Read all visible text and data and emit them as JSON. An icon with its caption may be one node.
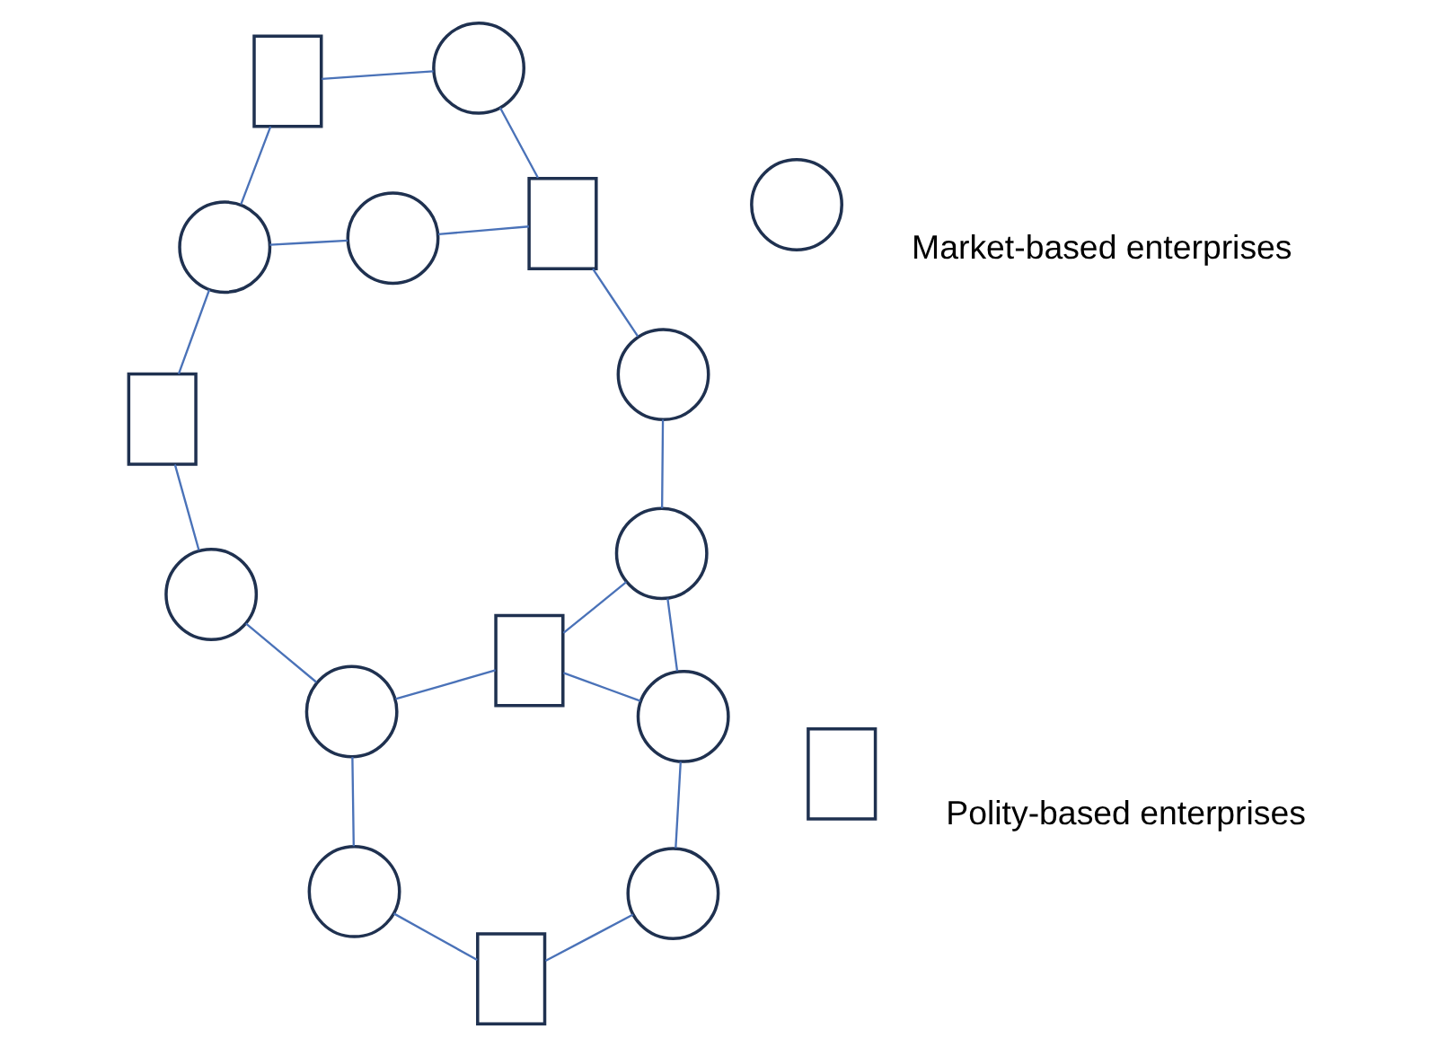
{
  "diagram": {
    "nodes": [
      {
        "text": [],
        "shape": "circle"
      },
      {
        "text": [],
        "shape": "box"
      },
      {
        "text": [],
        "shape": "box"
      },
      {
        "text": [],
        "shape": "circle"
      },
      {
        "text": [],
        "shape": "circle"
      },
      {
        "text": [],
        "shape": "circle"
      },
      {
        "text": [],
        "shape": "circle"
      },
      {
        "text": [],
        "shape": "circle"
      },
      {
        "text": [],
        "shape": "circle"
      },
      {
        "text": [],
        "shape": "box"
      },
      {
        "text": [],
        "shape": "box"
      },
      {
        "text": [],
        "shape": "circle"
      },
      {
        "text": [],
        "shape": "box"
      },
      {
        "text": [],
        "shape": "circle"
      },
      {
        "text": [],
        "shape": "circle"
      },
      {
        "text": [],
        "shape": "circle"
      },
      {
        "text": [],
        "shape": "box"
      }
    ],
    "edges": [
      {
        "from": 0,
        "to": 1,
        "arrow": "none"
      },
      {
        "from": 0,
        "to": 7,
        "arrow": "none"
      },
      {
        "from": 2,
        "to": 3,
        "arrow": "none"
      },
      {
        "from": 2,
        "to": 6,
        "arrow": "none"
      },
      {
        "from": 1,
        "to": 5,
        "arrow": "none"
      },
      {
        "from": 5,
        "to": 4,
        "arrow": "none"
      },
      {
        "from": 4,
        "to": 9,
        "arrow": "none"
      },
      {
        "from": 5,
        "to": 10,
        "arrow": "none"
      },
      {
        "from": 10,
        "to": 11,
        "arrow": "none"
      },
      {
        "from": 9,
        "to": 11,
        "arrow": "none"
      },
      {
        "from": 9,
        "to": 13,
        "arrow": "none"
      },
      {
        "from": 3,
        "to": 8,
        "arrow": "none"
      },
      {
        "from": 7,
        "to": 6,
        "arrow": "none"
      },
      {
        "from": 7,
        "to": 12,
        "arrow": "none"
      },
      {
        "from": 12,
        "to": 8,
        "arrow": "none"
      },
      {
        "from": 8,
        "to": 14,
        "arrow": "none"
      },
      {
        "from": 12,
        "to": 14,
        "arrow": "none"
      },
      {
        "from": 14,
        "to": 13,
        "arrow": "none"
      }
    ],
    "legend": [
      {
        "text": "Market-based enterprises"
      },
      {
        "text": "Polity-based enterprises"
      }
    ]
  }
}
